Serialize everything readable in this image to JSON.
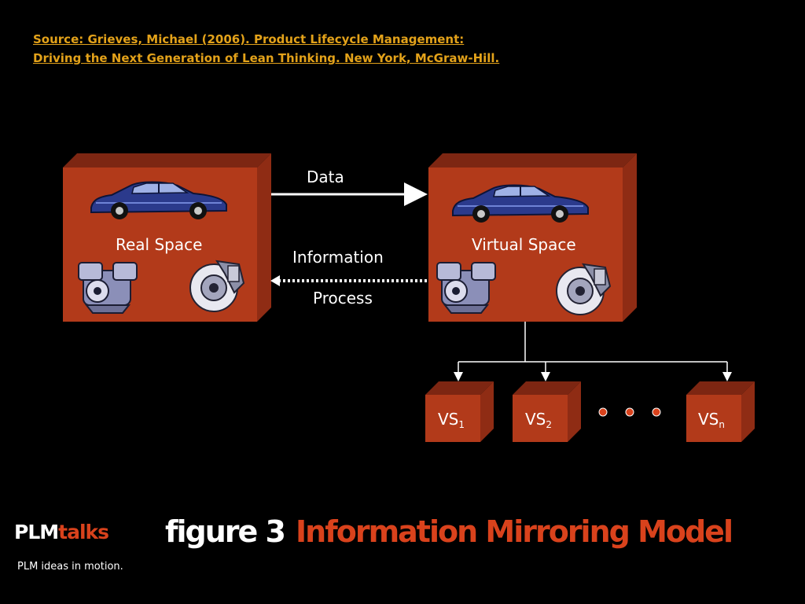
{
  "source": {
    "line1": "Source: Grieves, Michael (2006). Product Lifecycle Management:",
    "line2": "Driving the Next Generation of Lean Thinking. New York, McGraw-Hill."
  },
  "diagram": {
    "real_space_label": "Real Space",
    "virtual_space_label": "Virtual Space",
    "data_label": "Data",
    "information_label": "Information",
    "process_label": "Process",
    "vs_boxes": [
      {
        "main": "VS",
        "sub": "1"
      },
      {
        "main": "VS",
        "sub": "2"
      },
      {
        "main": "VS",
        "sub": "n"
      }
    ],
    "icons": [
      "car-icon",
      "engine-icon",
      "brake-icon"
    ]
  },
  "footer": {
    "brand_plm": "PLM",
    "brand_talks": "talks",
    "tagline": "PLM ideas in motion.",
    "figure_label": "figure 3",
    "figure_title": "Information Mirroring Model"
  },
  "colors": {
    "background": "#000000",
    "box_front": "#b23a1a",
    "box_top": "#7d2612",
    "box_side": "#8f2c14",
    "source_text": "#e3a21a",
    "title_accent": "#d9421c",
    "dot": "#d9421c"
  }
}
